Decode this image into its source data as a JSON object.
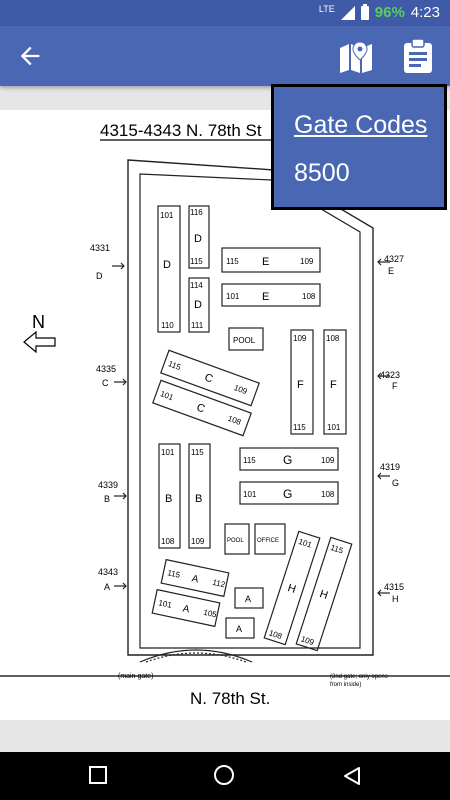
{
  "status": {
    "network": "LTE",
    "battery": "96%",
    "time": "4:23"
  },
  "gate": {
    "title": "Gate Codes",
    "code": "8500"
  },
  "map": {
    "address": "4315-4343 N. 78th St",
    "street": "N. 78th St.",
    "north": "N",
    "main_gate": "(main gate)",
    "second_gate_1": "(2nd gate; only opens",
    "second_gate_2": "from inside)",
    "left_labels": [
      {
        "num": "4331",
        "letter": "D"
      },
      {
        "num": "4335",
        "letter": "C"
      },
      {
        "num": "4339",
        "letter": "B"
      },
      {
        "num": "4343",
        "letter": "A"
      }
    ],
    "right_labels": [
      {
        "num": "4327",
        "letter": "E"
      },
      {
        "num": "4323",
        "letter": "F"
      },
      {
        "num": "4319",
        "letter": "G"
      },
      {
        "num": "4315",
        "letter": "H"
      }
    ],
    "buildings": {
      "d1": {
        "letter": "D",
        "top": "101",
        "bottom": "110"
      },
      "d2": {
        "letter": "D",
        "top": "116",
        "bottom": "115"
      },
      "d3": {
        "letter": "D",
        "top": "114",
        "bottom": "111"
      },
      "e1": {
        "letter": "E",
        "left": "115",
        "right": "109"
      },
      "e2": {
        "letter": "E",
        "left": "101",
        "right": "108"
      },
      "pool1": "POOL",
      "f1": {
        "letter": "F",
        "top": "109",
        "bottom": "115"
      },
      "f2": {
        "letter": "F",
        "top": "108",
        "bottom": "101"
      },
      "c1": {
        "letter": "C",
        "left": "115",
        "right": "109"
      },
      "c2": {
        "letter": "C",
        "left": "101",
        "right": "108"
      },
      "g1": {
        "letter": "G",
        "left": "115",
        "right": "109"
      },
      "g2": {
        "letter": "G",
        "left": "101",
        "right": "108"
      },
      "b1": {
        "letter": "B",
        "top": "101",
        "bottom": "108"
      },
      "b2": {
        "letter": "B",
        "top": "115",
        "bottom": "109"
      },
      "pool2": "POOL",
      "office": "OFFICE",
      "a1": {
        "letter": "A",
        "left": "115",
        "right": "112"
      },
      "a2": {
        "letter": "A",
        "left": "101",
        "right": "105"
      },
      "a3": "A",
      "a4": "A",
      "h1": {
        "letter": "H",
        "top": "101",
        "bottom": "108"
      },
      "h2": {
        "letter": "H",
        "top": "115",
        "bottom": "109"
      }
    }
  }
}
